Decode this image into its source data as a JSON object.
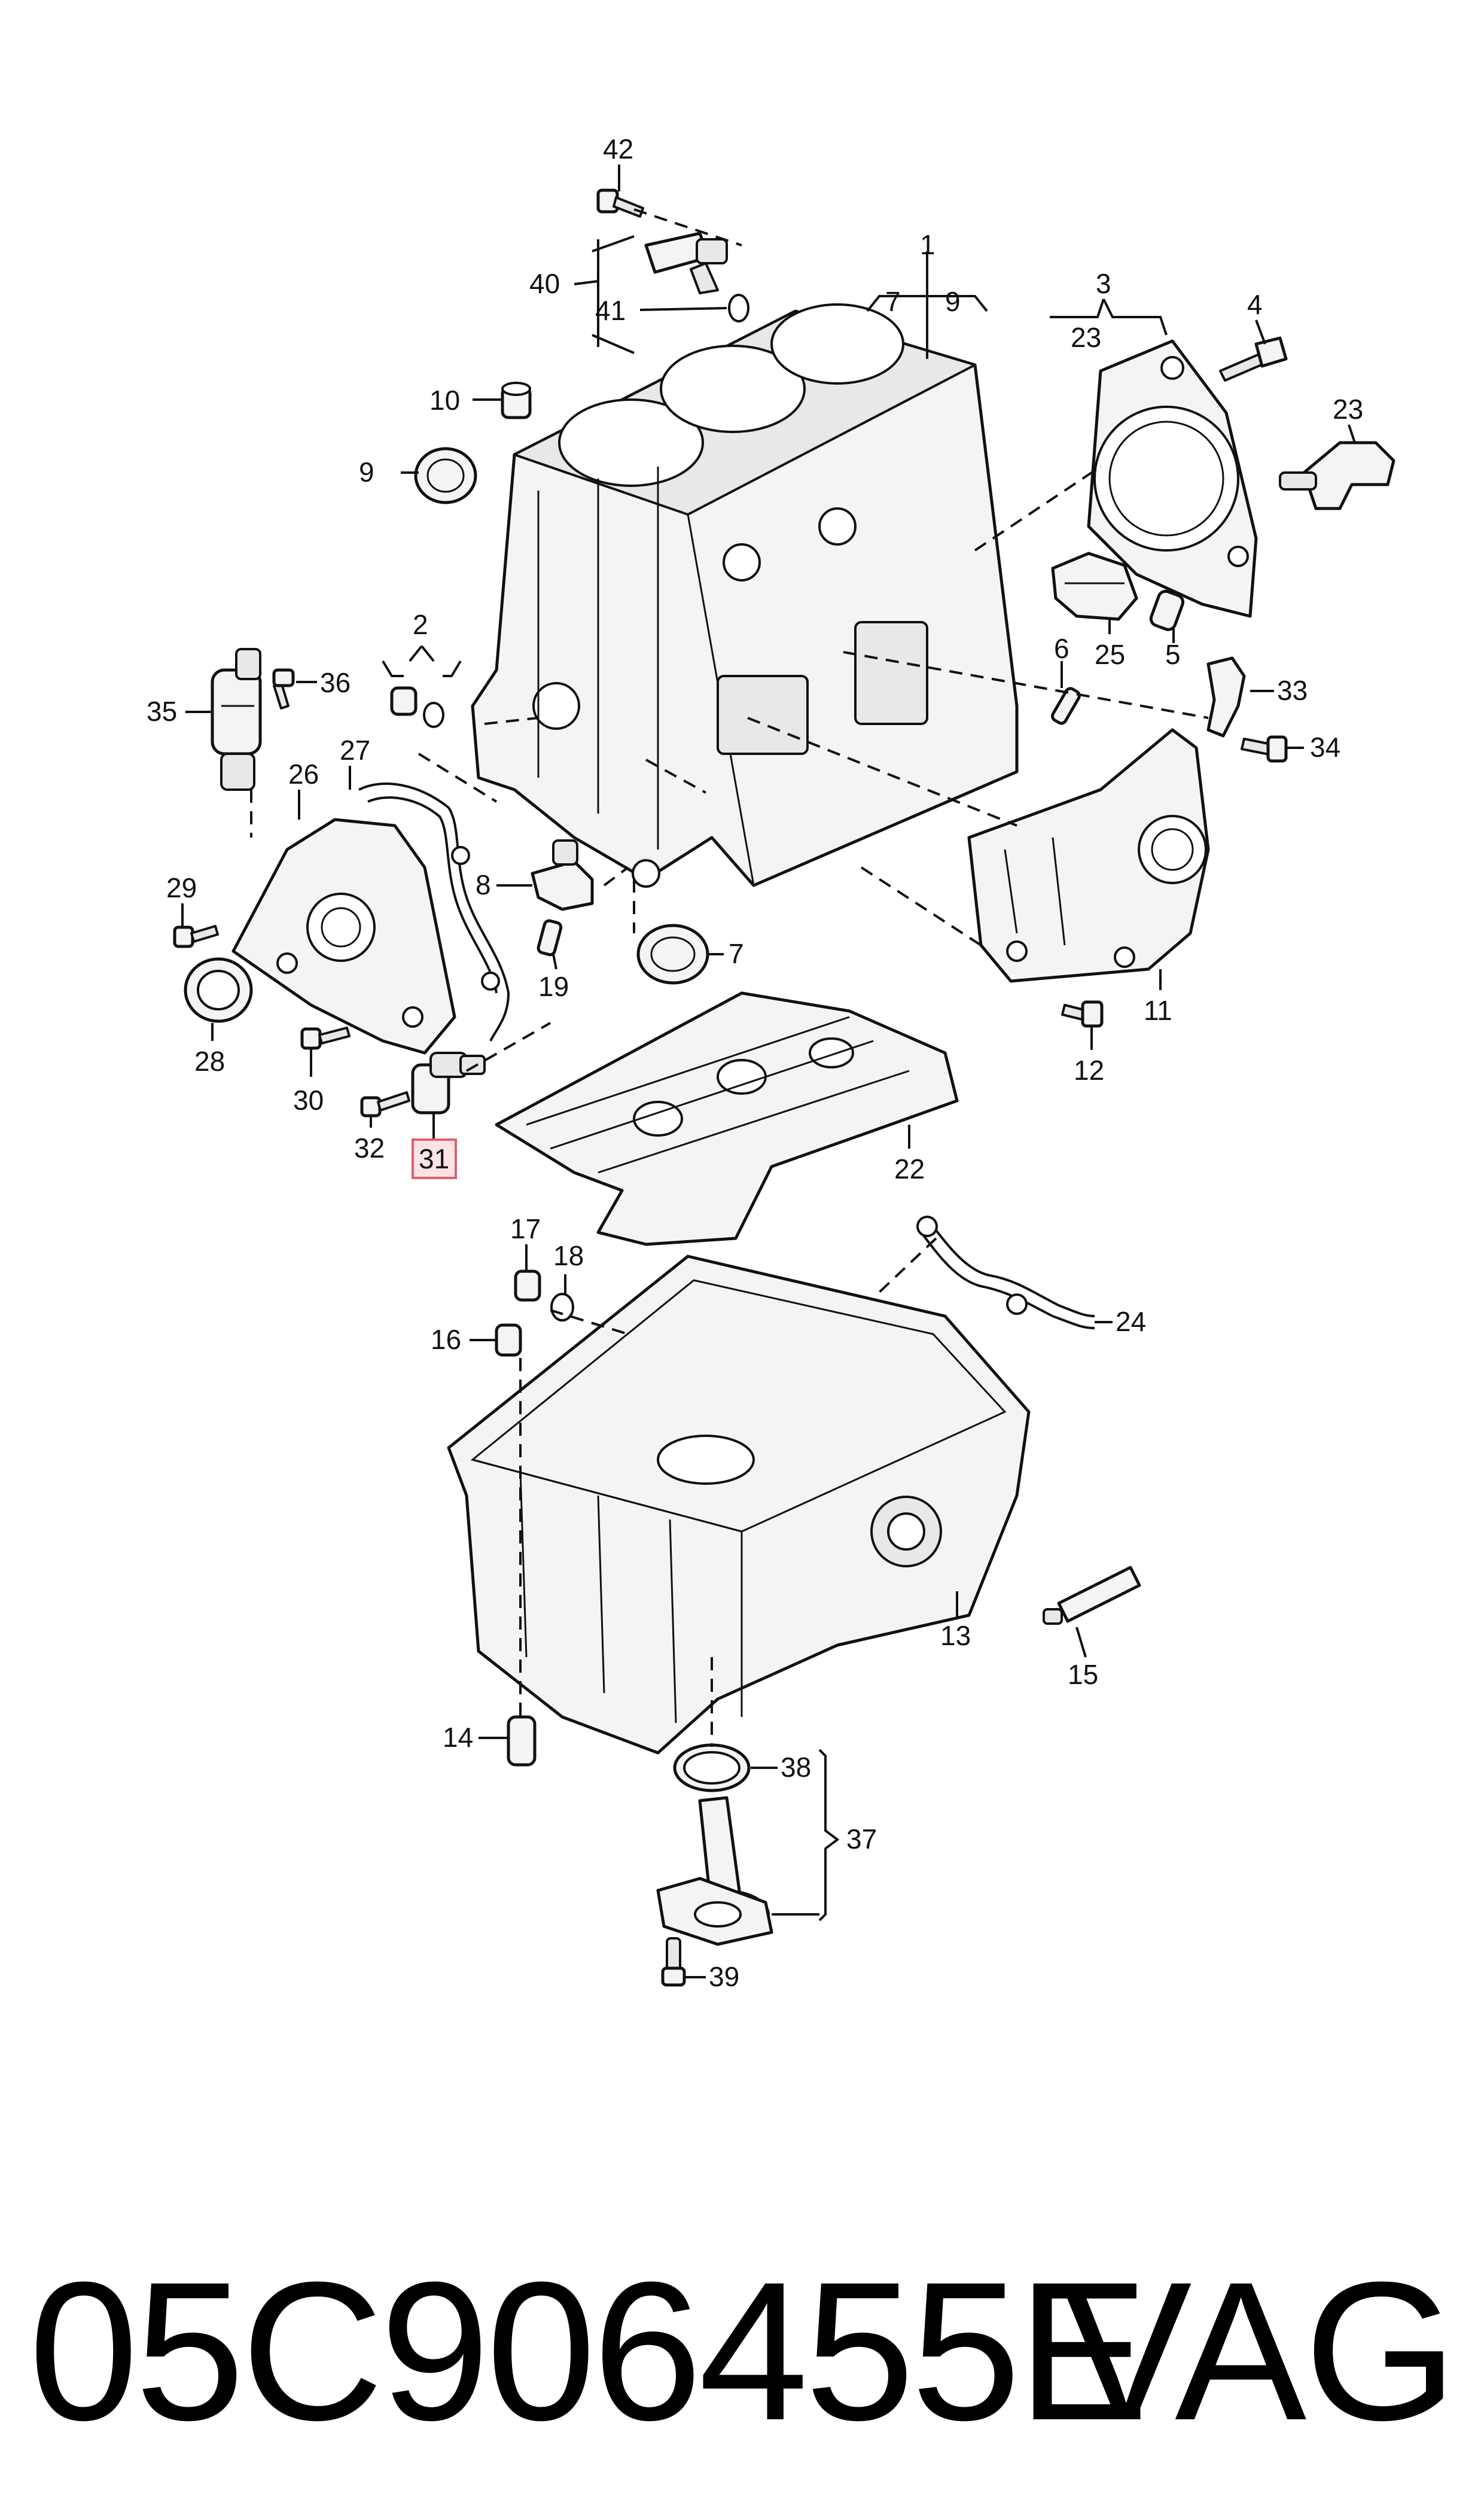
{
  "callouts": {
    "c1": "1",
    "c2": "2",
    "c3": "3",
    "c4": "4",
    "c5": "5",
    "c6": "6",
    "c7a": "7",
    "c7b": "7",
    "c8": "8",
    "c9a": "9",
    "c9b": "9",
    "c10": "10",
    "c11": "11",
    "c12": "12",
    "c13": "13",
    "c14": "14",
    "c15": "15",
    "c16": "16",
    "c17": "17",
    "c18": "18",
    "c19": "19",
    "c22": "22",
    "c23a": "23",
    "c23b": "23",
    "c24": "24",
    "c25": "25",
    "c26": "26",
    "c27": "27",
    "c28": "28",
    "c29": "29",
    "c30": "30",
    "c31": "31",
    "c32": "32",
    "c33": "33",
    "c34": "34",
    "c35": "35",
    "c36": "36",
    "c37": "37",
    "c38": "38",
    "c39": "39",
    "c40": "40",
    "c41": "41",
    "c42": "42"
  },
  "highlight": {
    "label": "31",
    "color": "#fde3e6"
  },
  "footer": {
    "part_number": "05C906455E",
    "brand": "VAG"
  }
}
